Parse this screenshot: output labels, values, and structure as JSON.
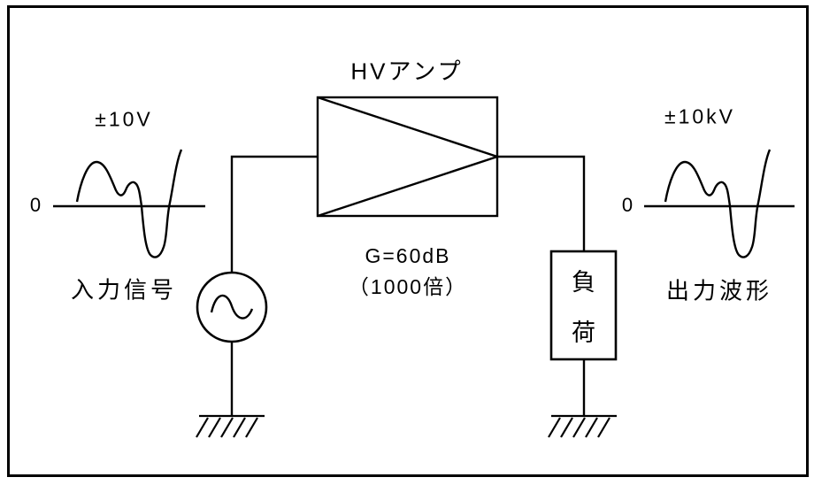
{
  "diagram_type": "hv-amplifier-block-diagram",
  "amplifier": {
    "title": "HVアンプ",
    "gain_db": "G=60dB",
    "gain_ratio": "（1000倍）"
  },
  "input_signal": {
    "amplitude": "±10V",
    "zero_label": "0",
    "caption": "入力信号"
  },
  "output_signal": {
    "amplitude": "±10kV",
    "zero_label": "0",
    "caption": "出力波形"
  },
  "load": {
    "char_top": "負",
    "char_bottom": "荷"
  },
  "icons": {
    "source": "sine-wave-source-icon",
    "ground_left": "chassis-ground-icon",
    "ground_right": "chassis-ground-icon"
  },
  "colors": {
    "line": "#000000",
    "background": "#ffffff"
  }
}
